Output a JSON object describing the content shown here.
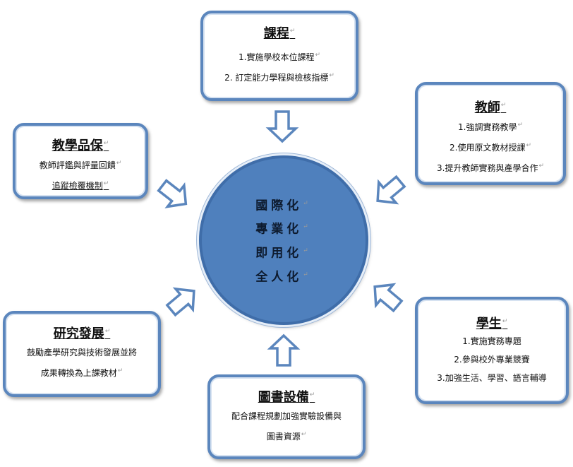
{
  "center": {
    "lines": [
      "國際化",
      "專業化",
      "即用化",
      "全人化"
    ],
    "fill": "#4f80bd"
  },
  "boxes": {
    "curriculum": {
      "title": "課程",
      "lines": [
        "1.實施學校本位課程",
        "2.  訂定能力學程與檢核指標"
      ]
    },
    "teacher": {
      "title": "教師",
      "lines": [
        "1.強調實務教學",
        "2.使用原文教材授課",
        "3.提升教師實務與產學合作"
      ]
    },
    "teaching_quality": {
      "title": "教學品保",
      "lines": [
        "教師評鑑與評量回饋",
        "追蹤檢覆機制"
      ]
    },
    "research": {
      "title": "研究發展",
      "lines": [
        "鼓勵產學研究與技術發展並將",
        "成果轉換為上課教材"
      ]
    },
    "student": {
      "title": "學生",
      "lines": [
        "1.實施實務專題",
        "2.參與校外專業競賽",
        "3.加強生活、學習、語言輔導"
      ]
    },
    "library": {
      "title": "圖書設備",
      "lines": [
        "配合課程規劃加強實驗設備與",
        "圖書資源"
      ]
    }
  },
  "colors": {
    "border": "#5b86bd",
    "arrow_fill": "#ffffff",
    "arrow_stroke": "#5b86bd",
    "circle": "#4f80bd"
  },
  "paragraph_mark": "↵"
}
